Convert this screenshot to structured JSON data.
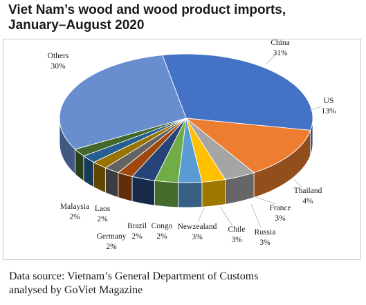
{
  "chart_data": {
    "type": "pie",
    "title_line1": "Viet Nam’s wood and wood product imports,",
    "title_line2": "January–August 2020",
    "categories": [
      "China",
      "US",
      "Thailand",
      "France",
      "Russia",
      "Chile",
      "Newzealand",
      "Congo",
      "Brazil",
      "Germany",
      "Laos",
      "Malaysia",
      "Others"
    ],
    "values": [
      31,
      13,
      4,
      3,
      3,
      3,
      3,
      2,
      2,
      2,
      2,
      2,
      30
    ],
    "value_labels": [
      "31%",
      "13%",
      "4%",
      "3%",
      "3%",
      "3%",
      "3%",
      "2%",
      "2%",
      "2%",
      "2%",
      "2%",
      "30%"
    ],
    "colors": [
      "#4472c4",
      "#ed7d31",
      "#a5a5a5",
      "#ffc000",
      "#5b9bd5",
      "#70ad47",
      "#264478",
      "#9e480e",
      "#636363",
      "#997300",
      "#255e91",
      "#43682b",
      "#698ed0"
    ],
    "style": "3d-pie",
    "legend": "none"
  },
  "source": {
    "line1": "Data source: Vietnam’s General Department of Customs",
    "line2": "analysed by GoViet Magazine"
  }
}
